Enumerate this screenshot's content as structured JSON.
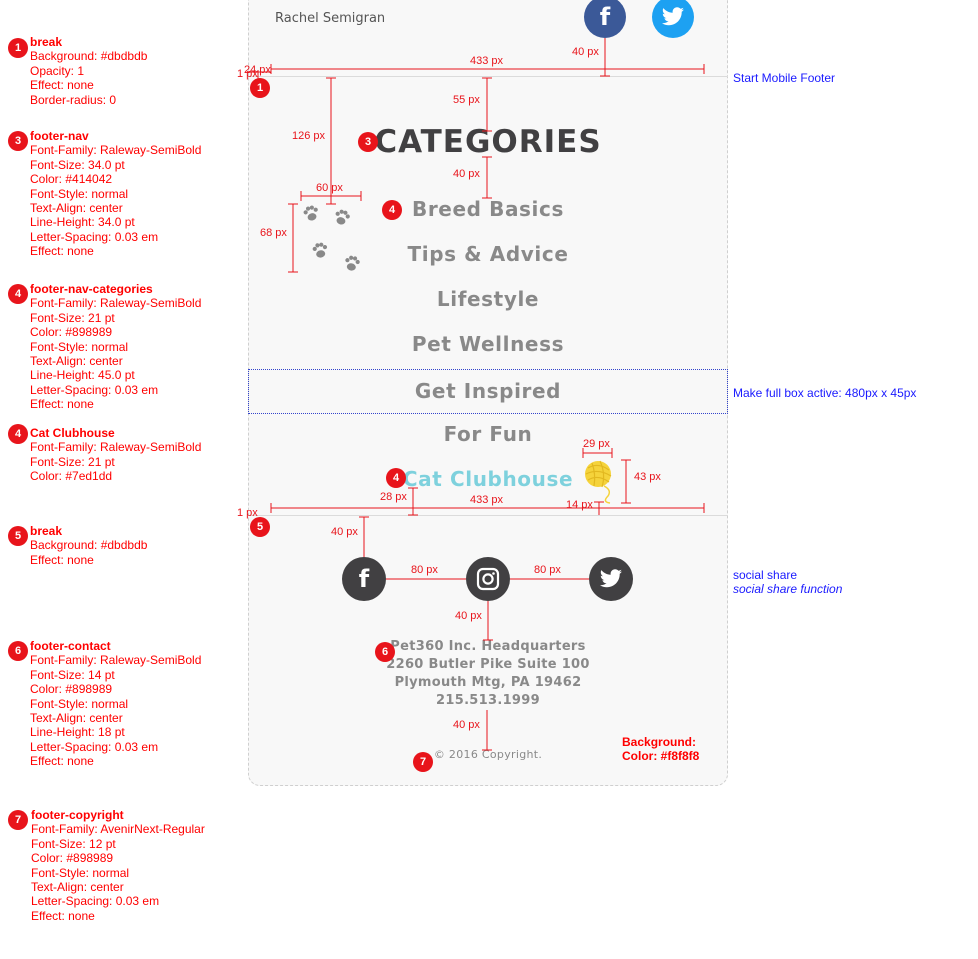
{
  "author": "Rachel Semigran",
  "specs": {
    "s1": {
      "num": "1",
      "title": "break",
      "lines": [
        "Background: #dbdbdb",
        "Opacity: 1",
        "Effect: none",
        "Border-radius: 0"
      ]
    },
    "s3": {
      "num": "3",
      "title": "footer-nav",
      "lines": [
        "Font-Family: Raleway-SemiBold",
        "Font-Size: 34.0 pt",
        "Color: #414042",
        "Font-Style: normal",
        "Text-Align: center",
        "Line-Height: 34.0 pt",
        "Letter-Spacing: 0.03 em",
        "Effect: none"
      ]
    },
    "s4": {
      "num": "4",
      "title": "footer-nav-categories",
      "lines": [
        "Font-Family: Raleway-SemiBold",
        "Font-Size: 21 pt",
        "Color: #898989",
        "Font-Style: normal",
        "Text-Align: center",
        "Line-Height: 45.0 pt",
        "Letter-Spacing: 0.03 em",
        "Effect: none"
      ]
    },
    "s4b": {
      "num": "4",
      "title": "Cat Clubhouse",
      "lines": [
        "Font-Family: Raleway-SemiBold",
        "Font-Size: 21 pt",
        "Color: #7ed1dd"
      ]
    },
    "s5": {
      "num": "5",
      "title": "break",
      "lines": [
        "Background: #dbdbdb",
        "Effect: none"
      ]
    },
    "s6": {
      "num": "6",
      "title": "footer-contact",
      "lines": [
        "Font-Family: Raleway-SemiBold",
        "Font-Size: 14 pt",
        "Color: #898989",
        "Font-Style: normal",
        "Text-Align: center",
        "Line-Height: 18 pt",
        "Letter-Spacing: 0.03 em",
        "Effect: none"
      ]
    },
    "s7": {
      "num": "7",
      "title": "footer-copyright",
      "lines": [
        "Font-Family: AvenirNext-Regular",
        "Font-Size: 12 pt",
        "Color: #898989",
        "Font-Style: normal",
        "Text-Align: center",
        "Letter-Spacing: 0.03 em",
        "Effect: none"
      ]
    }
  },
  "footer": {
    "heading": "CATEGORIES",
    "nav": [
      "Breed Basics",
      "Tips & Advice",
      "Lifestyle",
      "Pet Wellness",
      "Get Inspired",
      "For Fun"
    ],
    "clubhouse": "Cat Clubhouse",
    "contact": [
      "Pet360 Inc. Headquarters",
      "2260 Butler Pike Suite 100",
      "Plymouth Mtg, PA 19462",
      "215.513.1999"
    ],
    "copyright": "© 2016 Copyright."
  },
  "markers": {
    "m1": "1",
    "m3": "3",
    "m4a": "4",
    "m4b": "4",
    "m5": "5",
    "m6": "6",
    "m7": "7"
  },
  "measurements": {
    "w433_top": "433 px",
    "w40_top": "40 px",
    "w24": "24 px",
    "w1_top": "1 px",
    "h126": "126 px",
    "h55": "55 px",
    "h40_cat": "40 px",
    "w60": "60 px",
    "h68": "68 px",
    "w29": "29 px",
    "h43": "43 px",
    "w28": "28 px",
    "w433_bottom": "433 px",
    "w14": "14 px",
    "w1_bottom": "1 px",
    "h40_social": "40 px",
    "w80_left": "80 px",
    "w80_right": "80 px",
    "h40_contact": "40 px",
    "h40_copy": "40 px"
  },
  "notes": {
    "start_footer": "Start Mobile Footer",
    "active_box": "Make full box active: 480px x 45px",
    "social_share": "social share",
    "social_share_fn": "social share function",
    "bg_label": "Background:",
    "bg_color": "Color: #f8f8f8"
  },
  "colors": {
    "facebook_top": "#3b5998",
    "twitter_top": "#1da1f2",
    "social_dark": "#414042",
    "accent": "#7ed1dd",
    "yarn": "#f5d33b"
  }
}
